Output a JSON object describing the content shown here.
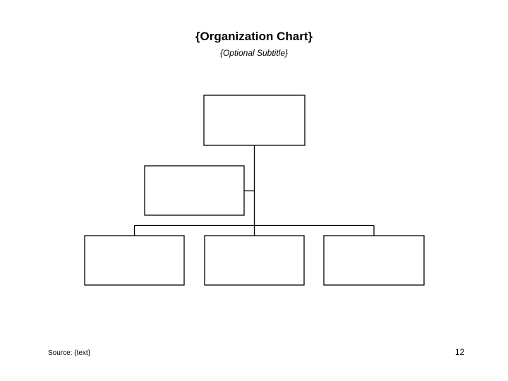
{
  "slide": {
    "title": "{Organization Chart}",
    "subtitle": "{Optional Subtitle}",
    "source": "Source: {text}",
    "page_number": "12"
  },
  "org_chart": {
    "structure": "root with one assistant node and three child nodes",
    "nodes": [
      {
        "id": "root",
        "level": 1,
        "label": ""
      },
      {
        "id": "assistant",
        "level": 2,
        "label": ""
      },
      {
        "id": "child-1",
        "level": 3,
        "label": ""
      },
      {
        "id": "child-2",
        "level": 3,
        "label": ""
      },
      {
        "id": "child-3",
        "level": 3,
        "label": ""
      }
    ]
  },
  "colors": {
    "background": "#ffffff",
    "box_fill": "#ffffff",
    "box_border": "#000000",
    "connector": "#000000",
    "text": "#000000"
  }
}
